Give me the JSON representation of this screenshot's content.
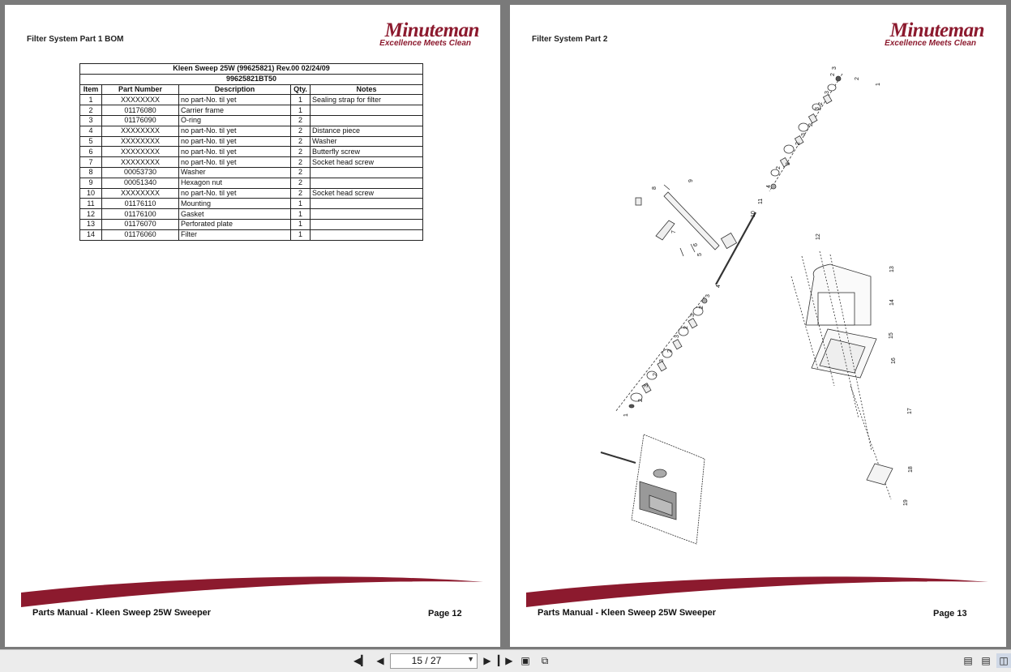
{
  "left_page": {
    "header_title": "Filter System Part 1 BOM",
    "logo_word": "Minuteman",
    "logo_tagline": "Excellence Meets Clean",
    "table": {
      "title": "Kleen Sweep 25W (99625821) Rev.00 02/24/09",
      "subtitle": "99625821BT50",
      "columns": [
        "Item",
        "Part Number",
        "Description",
        "Qty.",
        "Notes"
      ],
      "rows": [
        [
          "1",
          "XXXXXXXX",
          "no part-No. til yet",
          "1",
          "Sealing strap for filter"
        ],
        [
          "2",
          "01176080",
          "Carrier frame",
          "1",
          ""
        ],
        [
          "3",
          "01176090",
          "O-ring",
          "2",
          ""
        ],
        [
          "4",
          "XXXXXXXX",
          "no part-No. til yet",
          "2",
          "Distance piece"
        ],
        [
          "5",
          "XXXXXXXX",
          "no part-No. til yet",
          "2",
          "Washer"
        ],
        [
          "6",
          "XXXXXXXX",
          "no part-No. til yet",
          "2",
          "Butterfly screw"
        ],
        [
          "7",
          "XXXXXXXX",
          "no part-No. til yet",
          "2",
          "Socket head screw"
        ],
        [
          "8",
          "00053730",
          "Washer",
          "2",
          ""
        ],
        [
          "9",
          "00051340",
          "Hexagon nut",
          "2",
          ""
        ],
        [
          "10",
          "XXXXXXXX",
          "no part-No. til yet",
          "2",
          "Socket head screw"
        ],
        [
          "11",
          "01176110",
          "Mounting",
          "1",
          ""
        ],
        [
          "12",
          "01176100",
          "Gasket",
          "1",
          ""
        ],
        [
          "13",
          "01176070",
          "Perforated plate",
          "1",
          ""
        ],
        [
          "14",
          "01176060",
          "Filter",
          "1",
          ""
        ]
      ]
    },
    "footer_title": "Parts Manual - Kleen Sweep 25W Sweeper",
    "footer_page": "Page 12"
  },
  "right_page": {
    "header_title": "Filter System Part 2",
    "logo_word": "Minuteman",
    "logo_tagline": "Excellence Meets Clean",
    "callouts": [
      "1",
      "2",
      "3",
      "2",
      "3",
      "2",
      "3",
      "2",
      "3",
      "2",
      "3",
      "4",
      "5",
      "6",
      "7",
      "8",
      "9",
      "10",
      "11",
      "4",
      "2",
      "3",
      "2",
      "3",
      "2",
      "3",
      "2",
      "3",
      "2",
      "3",
      "2",
      "1",
      "12",
      "13",
      "14",
      "15",
      "16",
      "17",
      "18",
      "19"
    ],
    "footer_title": "Parts Manual - Kleen Sweep 25W Sweeper",
    "footer_page": "Page 13"
  },
  "toolbar": {
    "page_indicator": "15 / 27",
    "icons": [
      "first-page-icon",
      "prev-page-icon",
      "next-page-icon",
      "last-page-icon",
      "fit-page-icon",
      "fit-width-icon",
      "single-page-view-icon",
      "continuous-view-icon",
      "two-page-view-icon"
    ]
  },
  "colors": {
    "brand": "#8c1a2e",
    "viewer_bg": "#7a7a7a",
    "toolbar_bg": "#ececec"
  }
}
